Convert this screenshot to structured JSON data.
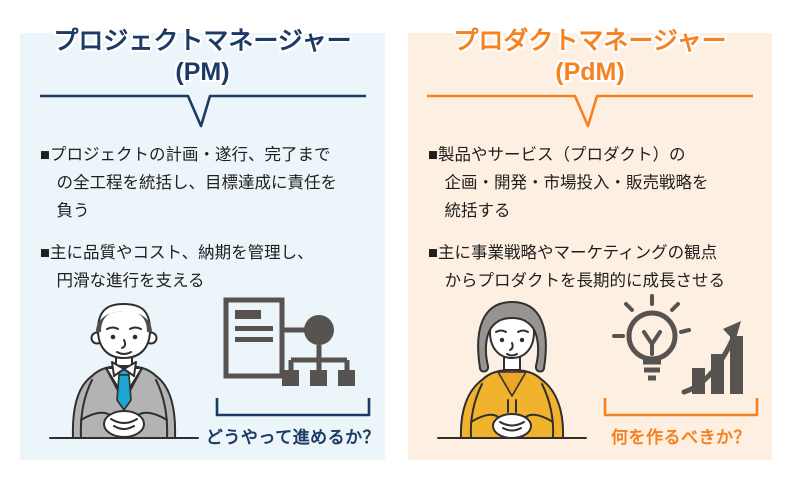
{
  "colors": {
    "navy": "#1b3a66",
    "orange": "#f5821f",
    "left-bg": "#ecf5f9",
    "right-bg": "#fdf0e2",
    "text": "#1f1f1f",
    "icon-gray": "#575350",
    "outline": "#2f2f2f",
    "suit": "#b3b3b3",
    "tie": "#1ba7d0",
    "hair-dark": "#4f4f4f",
    "hair-gray": "#979390",
    "cardigan": "#f1b32e",
    "blouse": "#eda42a"
  },
  "left_panel": {
    "title": "プロジェクトマネージャー",
    "subtitle": "(PM)",
    "bullet1": {
      "line1": "■プロジェクトの計画・遂行、完了まで",
      "line2": "の全工程を統括し、目標達成に責任を",
      "line3": "負う"
    },
    "bullet2": {
      "line1": "■主に品質やコスト、納期を管理し、",
      "line2": "円滑な進行を支える"
    },
    "caption": "どうやって進めるか？",
    "person_alt": "male-project-manager-illustration",
    "icon_alt": "document-and-orgchart-icon"
  },
  "right_panel": {
    "title": "プロダクトマネージャー",
    "subtitle": "(PdM)",
    "bullet1": {
      "line1": "■製品やサービス（プロダクト）の",
      "line2": "企画・開発・市場投入・販売戦略を",
      "line3": "統括する"
    },
    "bullet2": {
      "line1": "■主に事業戦略やマーケティングの観点",
      "line2": "からプロダクトを長期的に成長させる"
    },
    "caption": "何を作るべきか？",
    "person_alt": "female-product-manager-illustration",
    "icon_alt": "lightbulb-and-growth-chart-icon"
  }
}
